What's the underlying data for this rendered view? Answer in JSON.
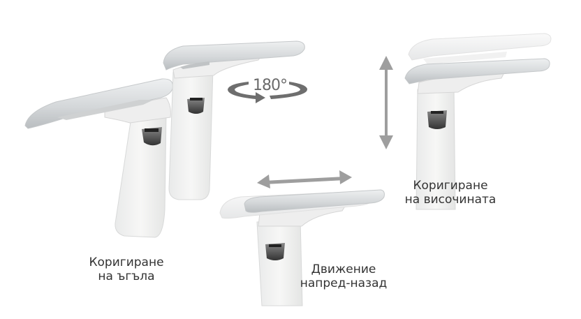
{
  "image": {
    "description": "Product illustration of adjustable office chair armrests with three adjustment features",
    "background_color": "#ffffff",
    "text_color": "#333333",
    "arrow_color": "#9e9e9e",
    "rotation_label_color": "#6b6b6b"
  },
  "features": [
    {
      "id": "angle",
      "caption_line1": "Коригиране",
      "caption_line2": "на ъгъла",
      "indicator": "rotation-arrow",
      "indicator_label": "180°"
    },
    {
      "id": "forward-back",
      "caption_line1": "Движение",
      "caption_line2": "напред-назад",
      "indicator": "horizontal-double-arrow"
    },
    {
      "id": "height",
      "caption_line1": "Коригиране",
      "caption_line2": "на височината",
      "indicator": "vertical-double-arrow"
    }
  ]
}
